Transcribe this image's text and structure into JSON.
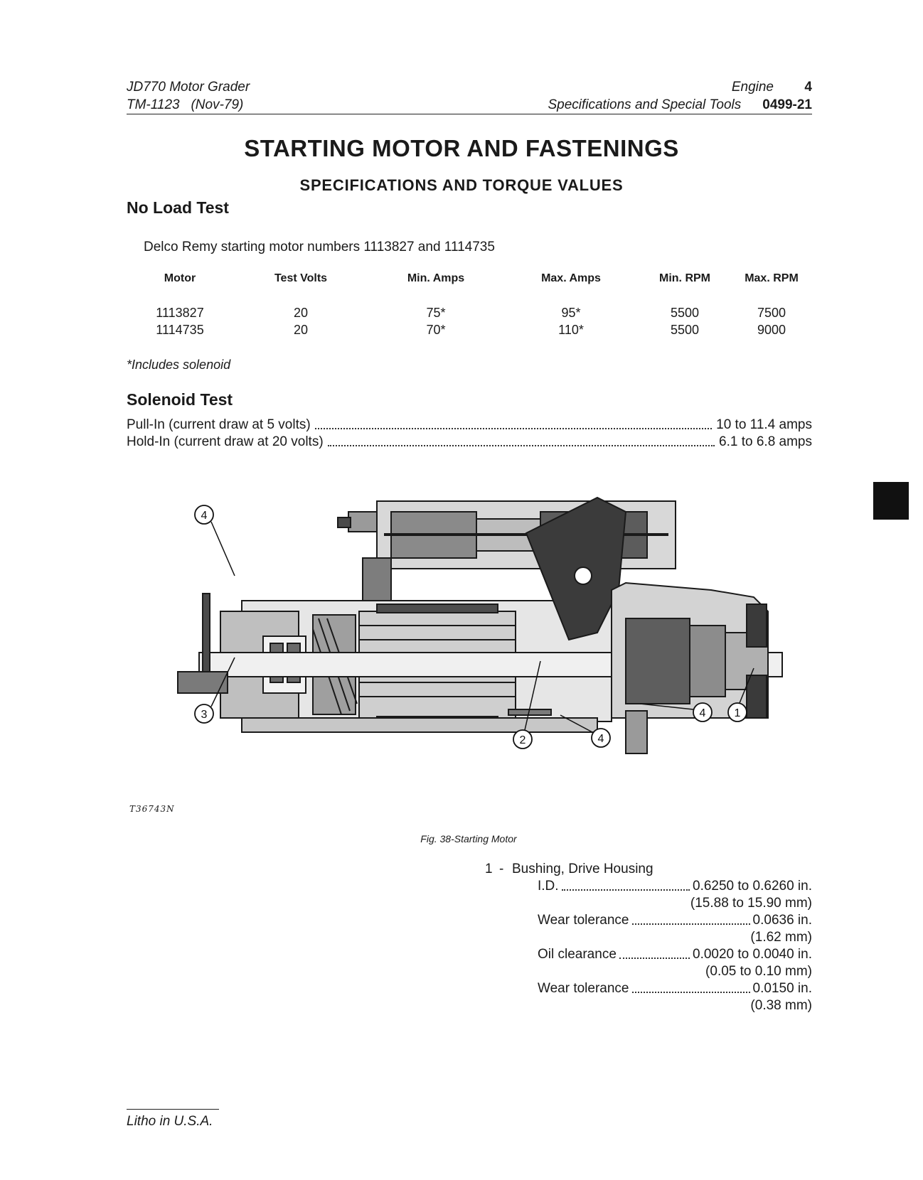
{
  "header": {
    "model": "JD770 Motor Grader",
    "manual": "TM-1123   (Nov-79)",
    "section": "Engine",
    "section_number": "4",
    "subsection": "Specifications and Special Tools",
    "page_code": "0499-21"
  },
  "title": "STARTING MOTOR AND FASTENINGS",
  "subtitle": "SPECIFICATIONS AND TORQUE VALUES",
  "no_load": {
    "heading": "No Load Test",
    "intro": "Delco Remy starting motor numbers 1113827 and 1114735",
    "columns": [
      "Motor",
      "Test Volts",
      "Min. Amps",
      "Max. Amps",
      "Min. RPM",
      "Max. RPM"
    ],
    "rows": [
      [
        "1113827",
        "20",
        "75*",
        "95*",
        "5500",
        "7500"
      ],
      [
        "1114735",
        "20",
        "70*",
        "110*",
        "5500",
        "9000"
      ]
    ],
    "footnote": "*Includes solenoid"
  },
  "solenoid": {
    "heading": "Solenoid Test",
    "items": [
      {
        "label": "Pull-In (current draw at 5 volts)",
        "value": "10 to 11.4 amps"
      },
      {
        "label": "Hold-In (current draw at 20 volts)",
        "value": "6.1 to 6.8 amps"
      }
    ]
  },
  "figure": {
    "code": "T36743N",
    "caption": "Fig. 38-Starting Motor",
    "callouts": [
      "4",
      "3",
      "2",
      "4",
      "4",
      "1"
    ]
  },
  "spec": {
    "item_number": "1",
    "item_title": "Bushing, Drive Housing",
    "lines": [
      {
        "label": "I.D.",
        "value": "0.6250 to 0.6260 in.",
        "metric": "(15.88 to 15.90 mm)"
      },
      {
        "label": "Wear tolerance",
        "value": "0.0636 in.",
        "metric": "(1.62 mm)"
      },
      {
        "label": "Oil clearance",
        "value": "0.0020 to 0.0040 in.",
        "metric": "(0.05 to 0.10 mm)"
      },
      {
        "label": "Wear tolerance",
        "value": "0.0150 in.",
        "metric": "(0.38 mm)"
      }
    ]
  },
  "footer": {
    "litho": "Litho in U.S.A."
  }
}
